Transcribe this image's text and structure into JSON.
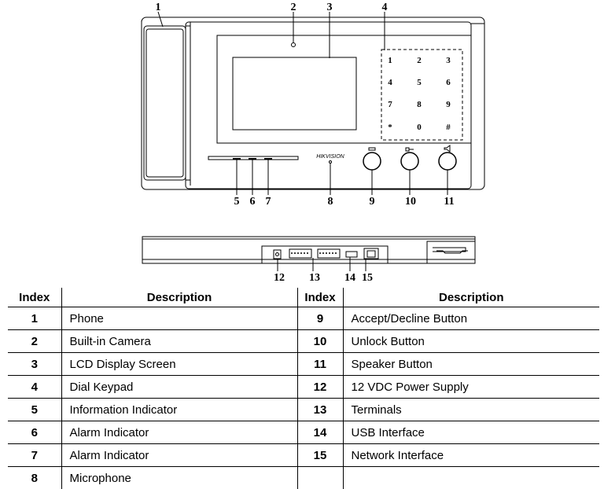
{
  "callouts": [
    "1",
    "2",
    "3",
    "4",
    "5",
    "6",
    "7",
    "8",
    "9",
    "10",
    "11",
    "12",
    "13",
    "14",
    "15"
  ],
  "keypad": [
    "1",
    "2",
    "3",
    "4",
    "5",
    "6",
    "7",
    "8",
    "9",
    "*",
    "0",
    "#"
  ],
  "brand_text": "HIKVISION",
  "table": {
    "headers": {
      "index": "Index",
      "description": "Description"
    },
    "left": [
      {
        "index": "1",
        "description": "Phone"
      },
      {
        "index": "2",
        "description": "Built-in Camera"
      },
      {
        "index": "3",
        "description": "LCD Display Screen"
      },
      {
        "index": "4",
        "description": "Dial Keypad"
      },
      {
        "index": "5",
        "description": "Information Indicator"
      },
      {
        "index": "6",
        "description": "Alarm Indicator"
      },
      {
        "index": "7",
        "description": "Alarm Indicator"
      },
      {
        "index": "8",
        "description": "Microphone"
      }
    ],
    "right": [
      {
        "index": "9",
        "description": "Accept/Decline Button"
      },
      {
        "index": "10",
        "description": "Unlock Button"
      },
      {
        "index": "11",
        "description": "Speaker Button"
      },
      {
        "index": "12",
        "description": "12 VDC Power Supply"
      },
      {
        "index": "13",
        "description": "Terminals"
      },
      {
        "index": "14",
        "description": "USB Interface"
      },
      {
        "index": "15",
        "description": "Network Interface"
      },
      {
        "index": "",
        "description": ""
      }
    ]
  }
}
